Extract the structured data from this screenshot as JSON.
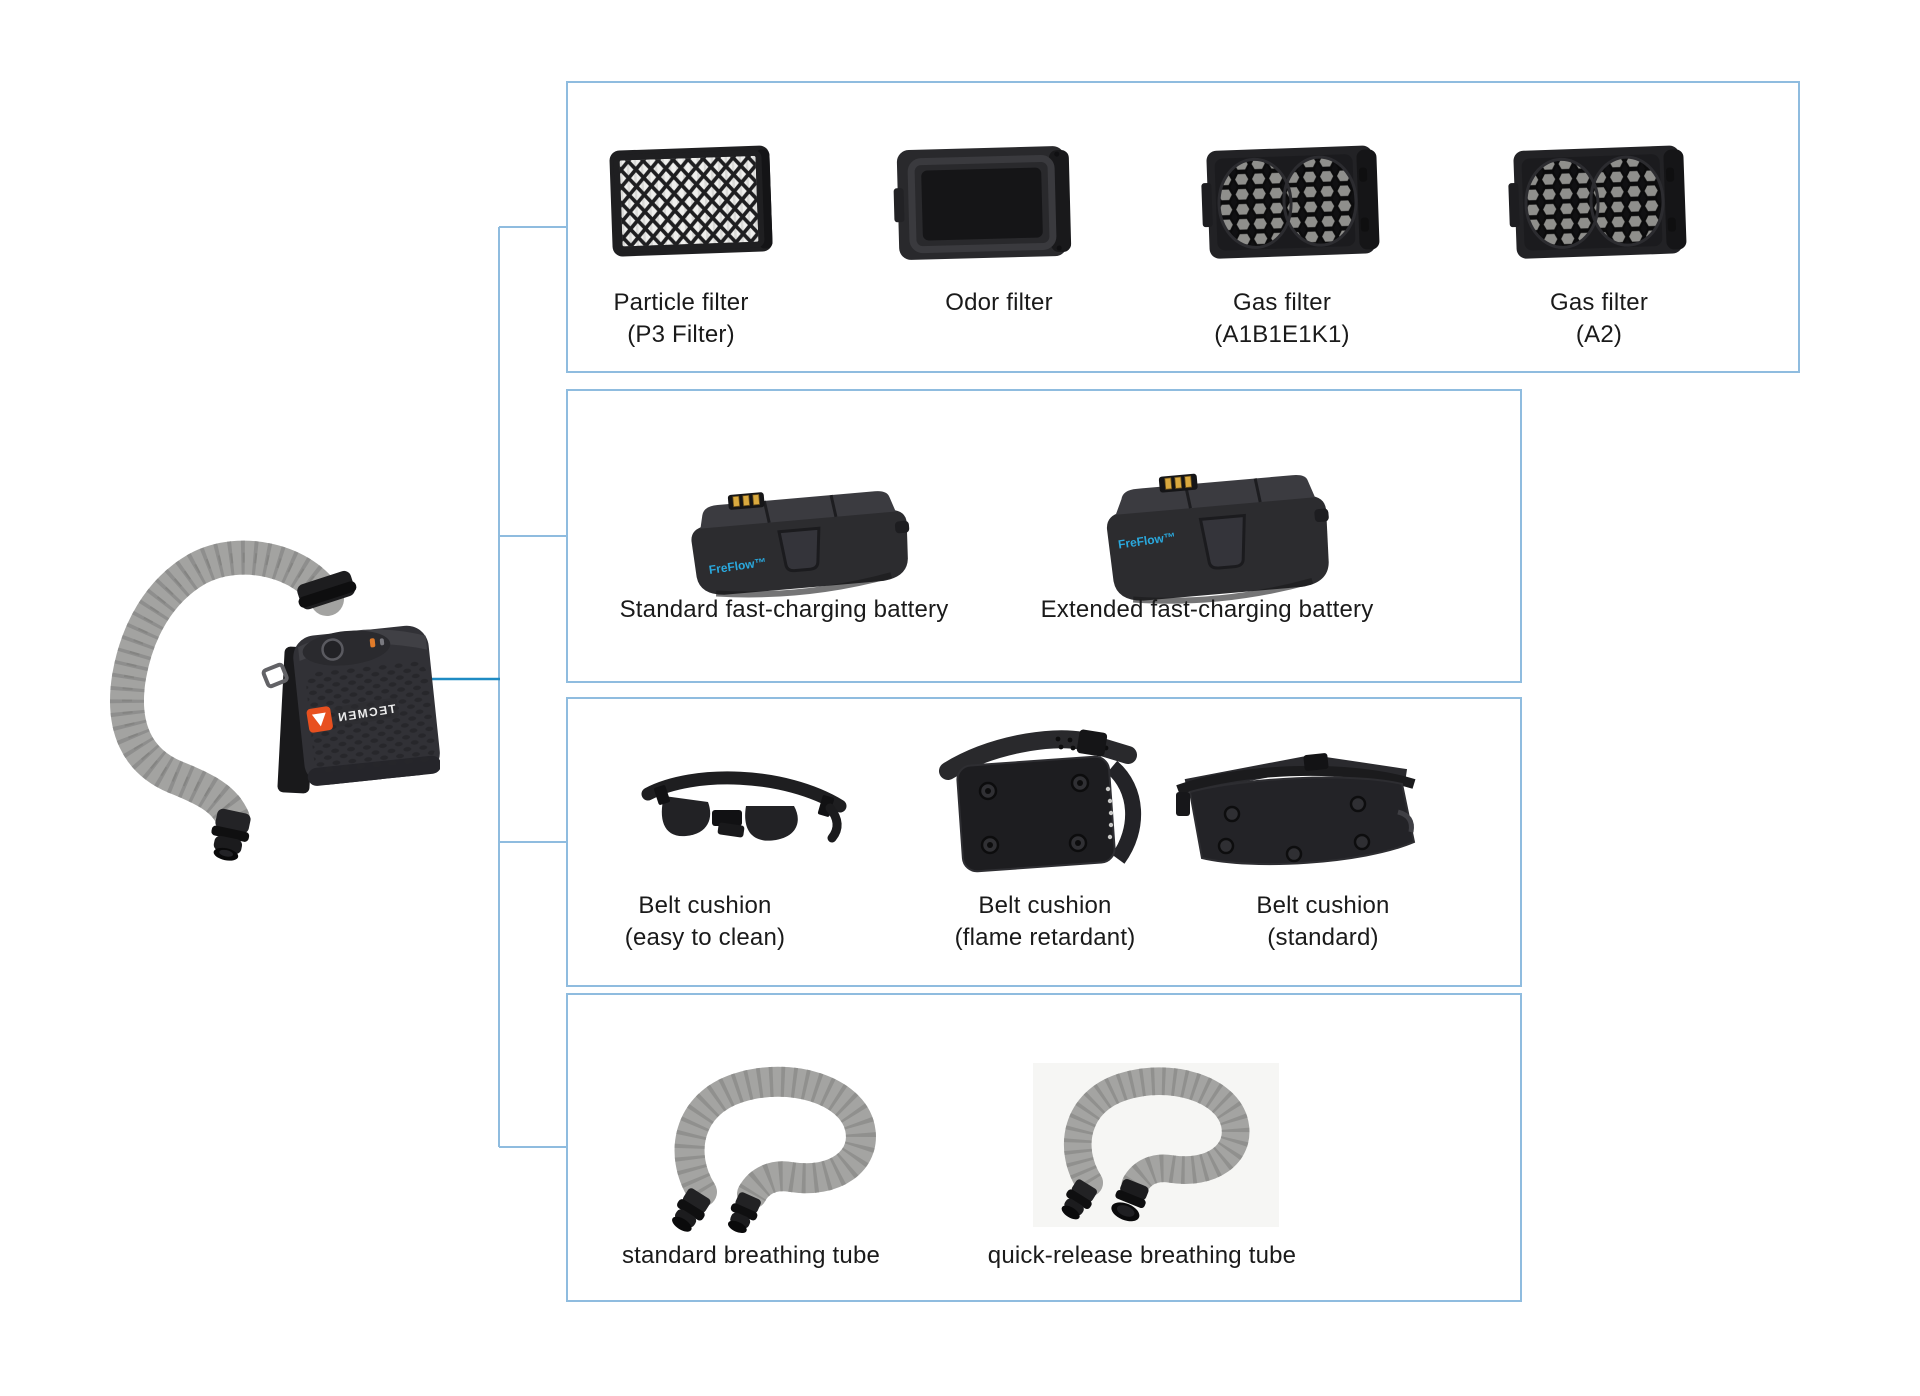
{
  "device": {
    "name": "PAPR blower unit with breathing tube",
    "brand_text": "TECMEN",
    "logo_color": "#E8501F"
  },
  "battery_brand": "FreFlow™",
  "colors": {
    "page_bg": "#FFFFFF",
    "box_border": "#8FBCDF",
    "connector_line": "#8FBCDF",
    "device_line": "#1E8BC3",
    "label_text": "#1A1A1A",
    "battery_brand_color": "#2AA9DE",
    "product_dark": "#2B2B2E",
    "hose_gray": "#A3A3A1",
    "logo_orange": "#E8501F"
  },
  "groups": [
    {
      "name": "filters",
      "items": [
        {
          "line1": "Particle filter",
          "line2": "(P3 Filter)"
        },
        {
          "line1": "Odor filter",
          "line2": ""
        },
        {
          "line1": "Gas filter",
          "line2": "(A1B1E1K1)"
        },
        {
          "line1": "Gas filter",
          "line2": "(A2)"
        }
      ]
    },
    {
      "name": "batteries",
      "items": [
        {
          "line1": "Standard fast-charging battery"
        },
        {
          "line1": "Extended fast-charging battery"
        }
      ]
    },
    {
      "name": "belt-cushions",
      "items": [
        {
          "line1": "Belt cushion",
          "line2": "(easy to clean)"
        },
        {
          "line1": "Belt cushion",
          "line2": "(flame retardant)"
        },
        {
          "line1": "Belt cushion",
          "line2": "(standard)"
        }
      ]
    },
    {
      "name": "breathing-tubes",
      "items": [
        {
          "line1": "standard breathing tube"
        },
        {
          "line1": "quick-release breathing tube"
        }
      ]
    }
  ]
}
